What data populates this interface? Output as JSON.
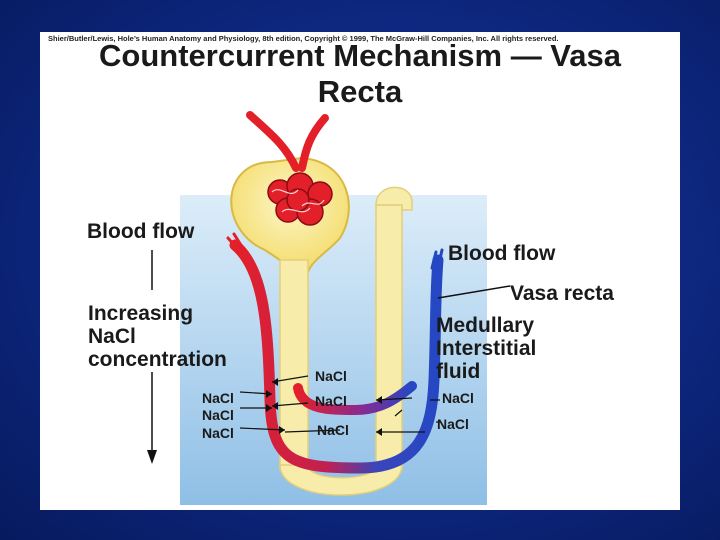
{
  "slide": {
    "credit": "Shier/Butler/Lewis, Hole’s Human Anatomy and Physiology, 8th edition, Copyright © 1999, The McGraw-Hill Companies, Inc. All rights reserved.",
    "title_line1": "Countercurrent Mechanism — Vasa",
    "title_line2": "Recta"
  },
  "labels": {
    "blood_flow_left": "Blood flow",
    "blood_flow_right": "Blood flow",
    "increasing_line1": "Increasing",
    "increasing_line2": "NaCl",
    "increasing_line3": "concentration",
    "vasa_recta": "Vasa recta",
    "medullary_line1": "Medullary",
    "medullary_line2": "Interstitial",
    "medullary_line3": "fluid",
    "nacl_center_top": "NaCl",
    "nacl_center_mid": "NaCl",
    "nacl_center_bottom": "NaCl",
    "nacl_left_1": "NaCl",
    "nacl_left_2": "NaCl",
    "nacl_left_3": "NaCl",
    "nacl_right_1": "NaCl",
    "nacl_right_2": "NaCl"
  },
  "colors": {
    "background": "#0f2a86",
    "fluid": "#a9cfee",
    "nephron": "#f8ecaa",
    "artery": "#e3202a",
    "vein": "#2547c4"
  }
}
